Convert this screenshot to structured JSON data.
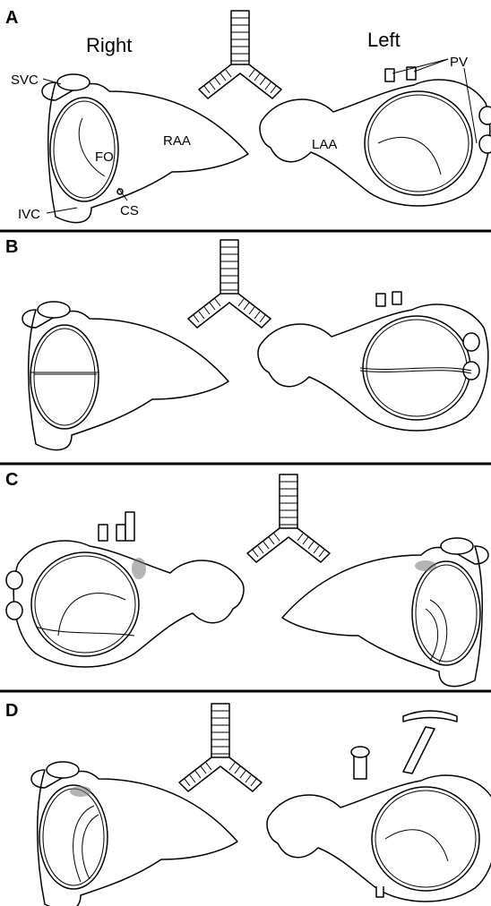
{
  "panels": [
    {
      "letter": "A",
      "left_title": "Right",
      "right_title": "Left",
      "labels": {
        "svc": "SVC",
        "ivc": "IVC",
        "fo": "FO",
        "cs": "CS",
        "raa": "RAA",
        "laa": "LAA",
        "pv": "PV"
      }
    },
    {
      "letter": "B"
    },
    {
      "letter": "C"
    },
    {
      "letter": "D"
    }
  ],
  "colors": {
    "line": "#000000",
    "background": "#ffffff",
    "separator": "#000000"
  }
}
